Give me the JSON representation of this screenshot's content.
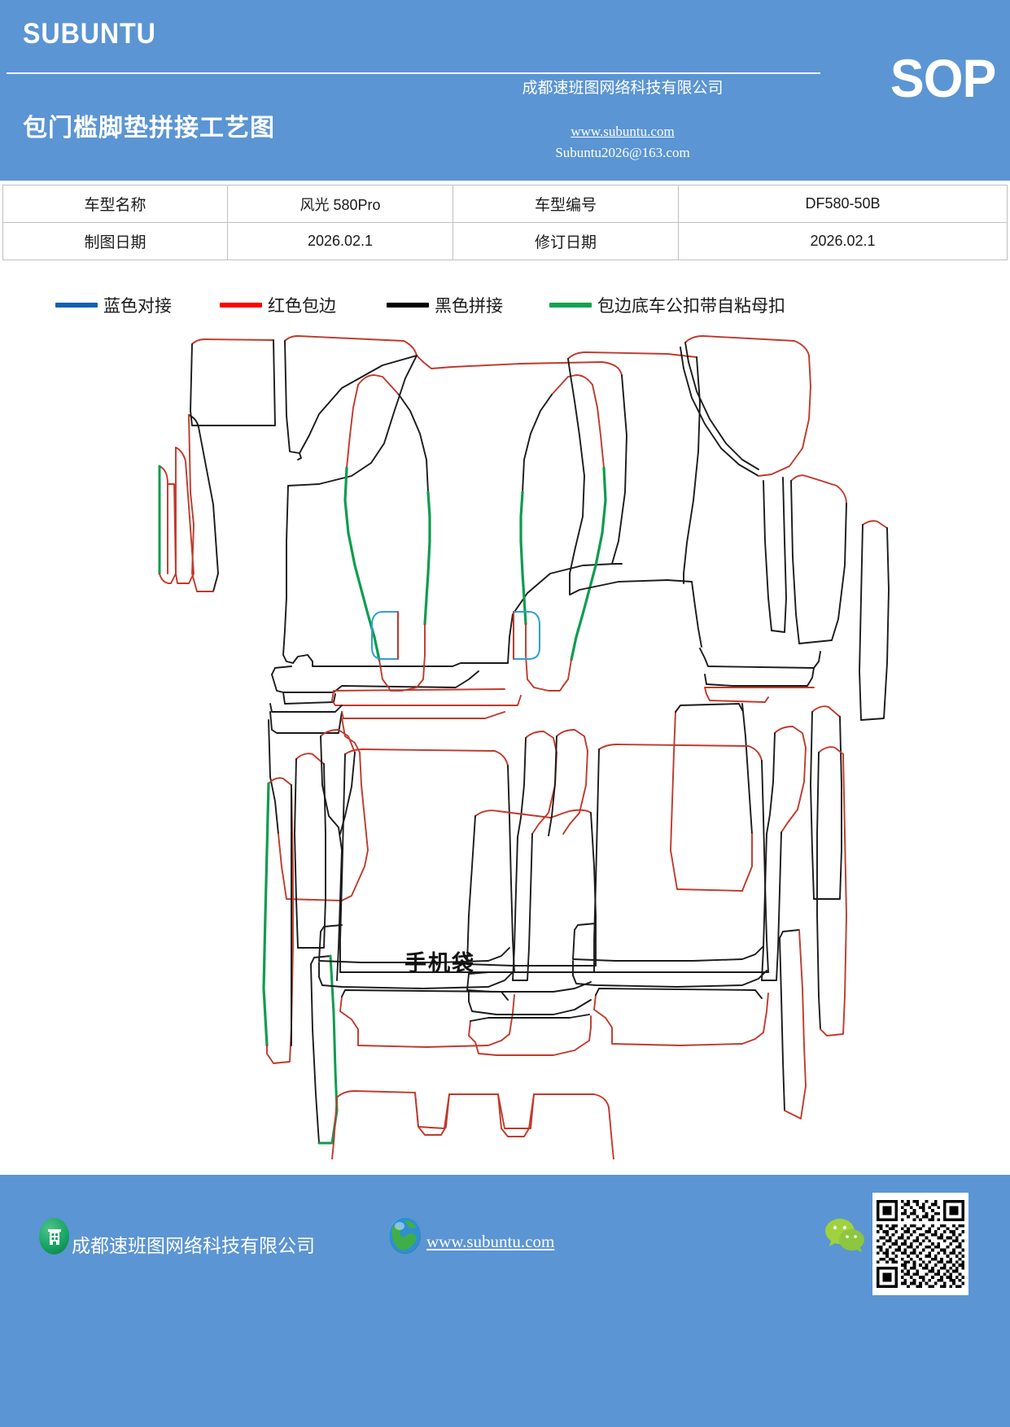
{
  "header": {
    "brand": "SUBUNTU",
    "doc_title": "包门槛脚垫拼接工艺图",
    "company": "成都速班图网络科技有限公司",
    "website": "www.subuntu.com",
    "email": "Subuntu2026@163.com",
    "badge": "SOP",
    "bg_color": "#5b95d3"
  },
  "info_table": {
    "rows": [
      {
        "label1": "车型名称",
        "value1": "风光 580Pro",
        "label2": "车型编号",
        "value2": "DF580-50B"
      },
      {
        "label1": "制图日期",
        "value1": "2026.02.1",
        "label2": "修订日期",
        "value2": "2026.02.1"
      }
    ]
  },
  "legend": {
    "items": [
      {
        "label": "蓝色对接",
        "color": "#1060b0"
      },
      {
        "label": "红色包边",
        "color": "#fa0000"
      },
      {
        "label": "黑色拼接",
        "color": "#000000"
      },
      {
        "label": "包边底车公扣带自粘母扣",
        "color": "#13a34f"
      }
    ]
  },
  "drawing": {
    "pocket_label": "手机袋",
    "line_colors": {
      "red_binding": "#c0392b",
      "black_seam": "#1a1a1a",
      "green_fastener": "#0e9c4e",
      "blue_butt": "#2f9fd6"
    },
    "description": "汽车脚垫拼接裁片排版图：前排左右脚垫、门槛条、二排脚垫、三排脚垫及后备厢垫"
  },
  "footer": {
    "company": "成都速班图网络科技有限公司",
    "website": "www.subuntu.com",
    "bg_color": "#5b95d3"
  }
}
